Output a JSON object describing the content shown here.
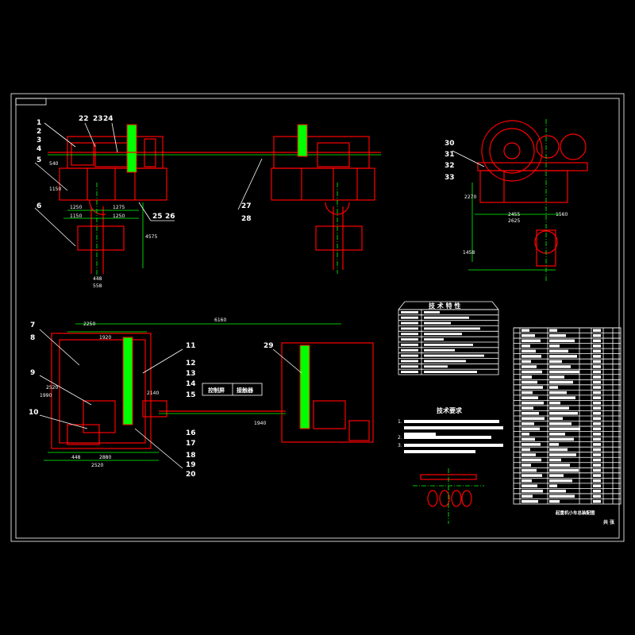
{
  "drawing": {
    "colors": {
      "background": "#000000",
      "part": "#ff0000",
      "centerline": "#00ff00",
      "annotation": "#ffffff"
    },
    "front_view_labels": [
      "1",
      "2",
      "3",
      "4",
      "5",
      "6",
      "22",
      "23",
      "24",
      "25",
      "26",
      "27",
      "28"
    ],
    "side_view_labels": [
      "30",
      "31",
      "32",
      "33"
    ],
    "plan_view_labels": [
      "7",
      "8",
      "9",
      "10",
      "11",
      "12",
      "13",
      "14",
      "15",
      "16",
      "17",
      "18",
      "19",
      "20",
      "29"
    ],
    "dimensions": {
      "front": [
        "540",
        "1150",
        "1250",
        "1275",
        "1150",
        "1250",
        "4575",
        "448",
        "558"
      ],
      "side": [
        "2270",
        "2625",
        "2455",
        "1560",
        "1458"
      ],
      "plan": [
        "6160",
        "2250",
        "1920",
        "2520",
        "2880",
        "2140",
        "448",
        "1990",
        "2520",
        "1940"
      ]
    },
    "control_boxes": [
      "控制屏",
      "接触器"
    ],
    "spec_table": {
      "title": "技 术 特 性",
      "rows": 12
    },
    "requirements": {
      "title": "技术要求",
      "items": [
        "1.",
        "2.",
        "3."
      ]
    },
    "bom": {
      "rows": 34,
      "footer_title": "起重机小车总装配图",
      "sheet": "共 张"
    }
  }
}
